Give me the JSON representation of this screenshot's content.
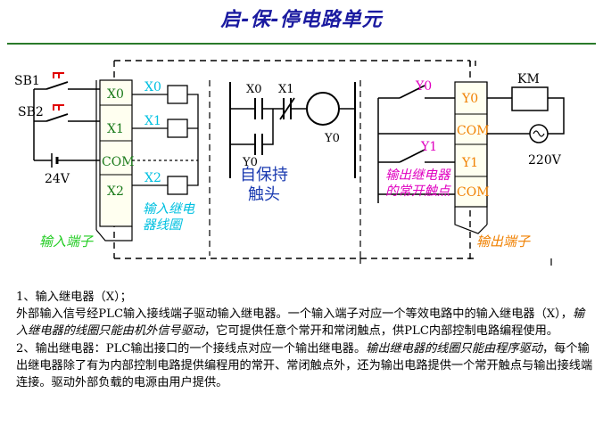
{
  "title": "启-保-停电路单元",
  "colors": {
    "title": "#1a1aa0",
    "rule": "#2a7a2a",
    "switch_red": "#e00000",
    "input_label_green": "#22cc22",
    "coil_cyan": "#00c0e0",
    "self_hold_blue": "#1a3ab0",
    "out_contact_magenta": "#e000c0",
    "terminal_orange": "#f08000",
    "terminal_fill": "#fffff0"
  },
  "diagram": {
    "inputs": {
      "sb1": "SB1",
      "sb2": "SB2",
      "supply": "24V",
      "terminals": [
        "X0",
        "X1",
        "COM",
        "X2"
      ],
      "coils": [
        "X0",
        "X1",
        "X2"
      ],
      "coil_caption": "输入继电器线圈",
      "terminal_caption": "输入端子"
    },
    "ladder": {
      "contact_x0": "X0",
      "contact_x1": "X1",
      "coil_y0": "Y0",
      "hold_y0": "Y0",
      "caption": "自保持触头"
    },
    "outputs": {
      "contact_y0": "Y0",
      "contact_y1": "Y1",
      "caption": "输出继电器的常开触点",
      "terminals": [
        "Y0",
        "COM",
        "Y1",
        "COM"
      ],
      "km": "KM",
      "voltage": "220V",
      "terminal_caption": "输出端子"
    }
  },
  "text": {
    "p1_heading": "1、输入继电器（X）；",
    "p1_a": "外部输入信号经PLC输入接线端子驱动输入继电器。一个输入端子对应一个等效电路中的输入继电器（X），",
    "p1_em": "输入继电器的线圈只能由机外信号驱动",
    "p1_b": "，它可提供任意个常开和常闭触点，供PLC内部控制电路编程使用。",
    "p2_a": "2、输出继电器：PLC输出接口的一个接线点对应一个输出继电器。",
    "p2_em": "输出继电器的线圈只能由程序驱动",
    "p2_b": "，每个输出继电器除了有为内部控制电路提供编程用的常开、常闭触点外，还为输出电路提供一个常开触点与输出接线端连接。驱动外部负载的电源由用户提供。"
  }
}
